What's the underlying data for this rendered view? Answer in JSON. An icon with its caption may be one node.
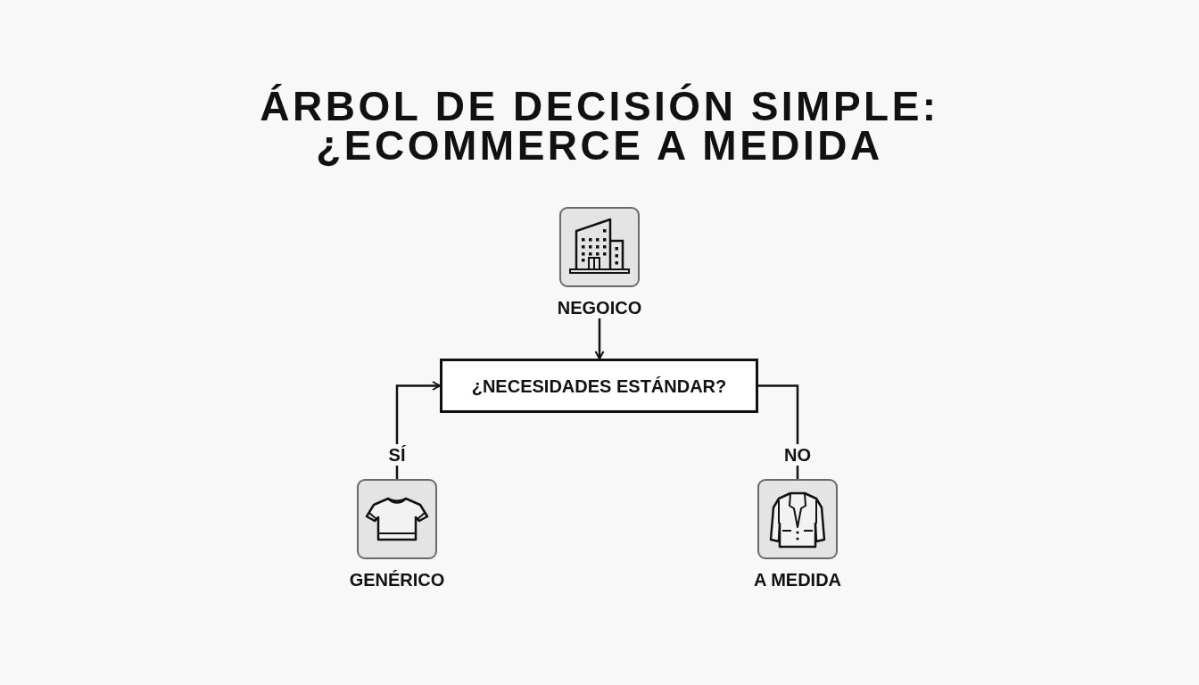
{
  "diagram": {
    "title": "ÁRBOL DE DECISIÓN SIMPLE: ¿ECOMMERCE A MEDIDA",
    "nodes": [
      {
        "text": [
          "NEGOICO"
        ]
      },
      {
        "text": [
          "¿NECESIDADES ESTÁNDAR?"
        ]
      },
      {
        "text": [
          "GENÉRICO"
        ]
      },
      {
        "text": [
          "A MEDIDA"
        ]
      }
    ],
    "edges": [
      {
        "from": 0,
        "to": 1,
        "arrow": "to"
      },
      {
        "from": 2,
        "to": 1,
        "arrow": "to",
        "label": "SÍ"
      },
      {
        "from": 1,
        "to": 3,
        "arrow": "none",
        "label": "NO"
      }
    ]
  }
}
